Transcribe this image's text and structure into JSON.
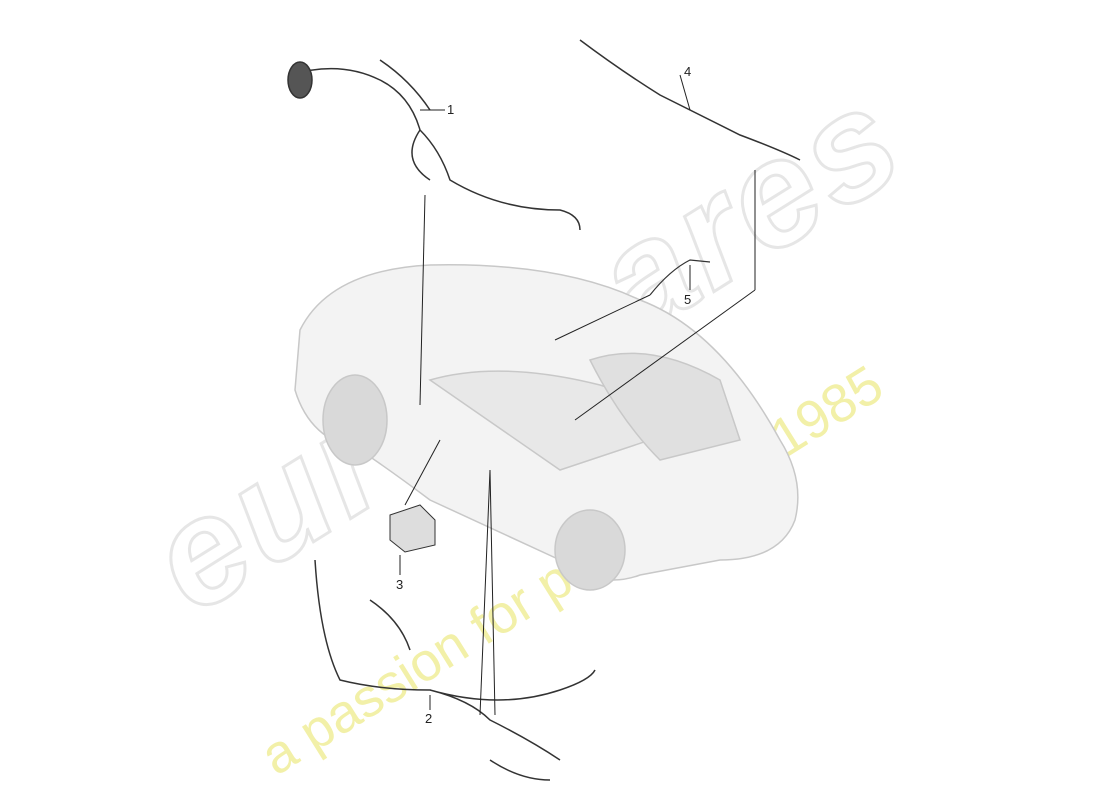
{
  "watermark": {
    "logo": "eurospares",
    "tagline": "a passion for parts since 1985"
  },
  "callouts": [
    "1",
    "2",
    "3",
    "4",
    "5"
  ],
  "colors": {
    "line": "#222222",
    "car": "#cfcfcf",
    "watermark_text": "#f2f0a8"
  }
}
